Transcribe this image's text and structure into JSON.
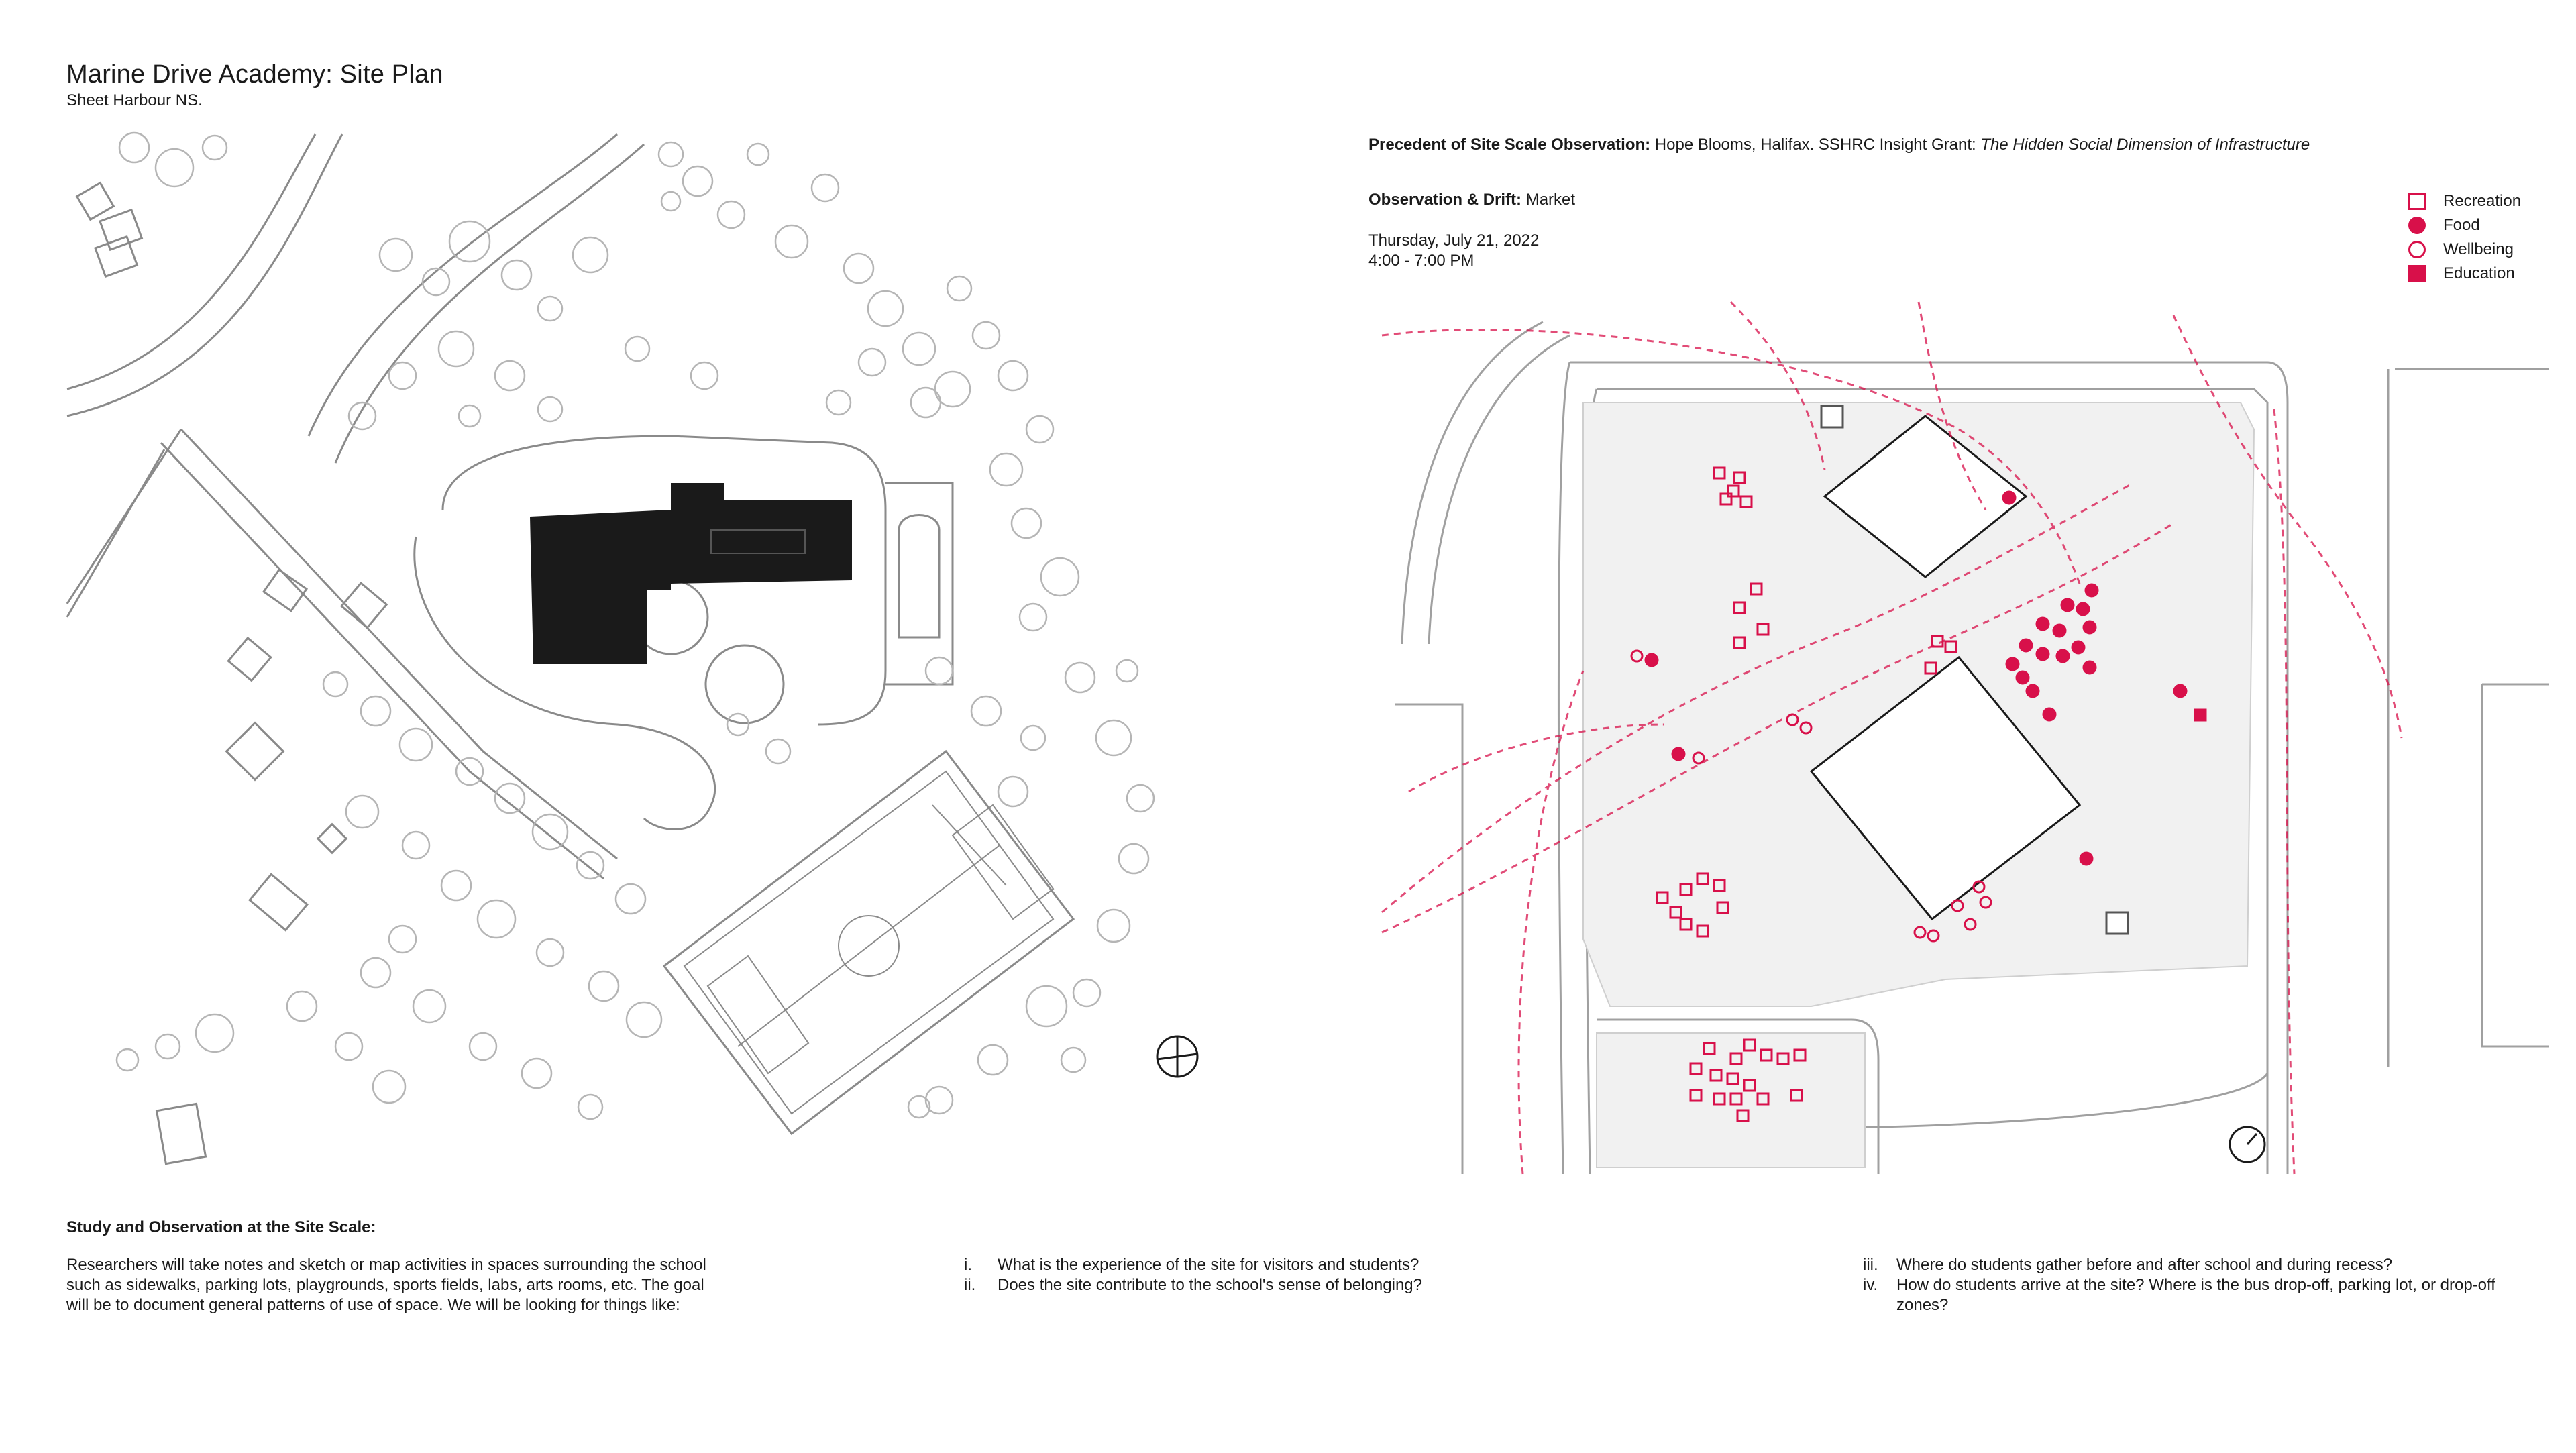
{
  "header": {
    "title": "Marine Drive Academy: Site Plan",
    "subtitle": "Sheet Harbour NS."
  },
  "precedent": {
    "label": "Precedent of Site Scale Observation:",
    "text": " Hope Blooms, Halifax. SSHRC Insight Grant: ",
    "italic": "The Hidden Social Dimension of Infrastructure"
  },
  "observation": {
    "label": "Observation & Drift:",
    "value": " Market",
    "date": "Thursday, July 21, 2022",
    "time": "4:00 - 7:00 PM"
  },
  "legend": {
    "items": [
      {
        "label": "Recreation",
        "symbol": "hollow-square"
      },
      {
        "label": "Food",
        "symbol": "filled-circle"
      },
      {
        "label": "Wellbeing",
        "symbol": "hollow-circle"
      },
      {
        "label": "Education",
        "symbol": "filled-square"
      }
    ]
  },
  "study": {
    "heading": "Study and Observation at the Site Scale:",
    "paragraph": "Researchers will take notes and sketch or map activities in spaces surrounding the school such as sidewalks, parking lots, playgrounds, sports fields, labs, arts rooms, etc. The goal will be to document general patterns of use of space. We will be looking for things like:",
    "questions_col1": [
      {
        "num": "i.",
        "text": "What is the experience of the site for visitors and students?"
      },
      {
        "num": "ii.",
        "text": "Does the site contribute to the school's sense of belonging?"
      }
    ],
    "questions_col2": [
      {
        "num": "iii.",
        "text": "Where do students gather before and after school and during recess?"
      },
      {
        "num": "iv.",
        "text": "How do students arrive at the site? Where is the bus drop-off, parking lot, or drop-off zones?"
      }
    ]
  },
  "colors": {
    "accent": "#d8104a",
    "building": "#1a1a1a",
    "linework": "#8a8a8a"
  },
  "icons": [
    "north-arrow-icon",
    "compass-icon"
  ]
}
